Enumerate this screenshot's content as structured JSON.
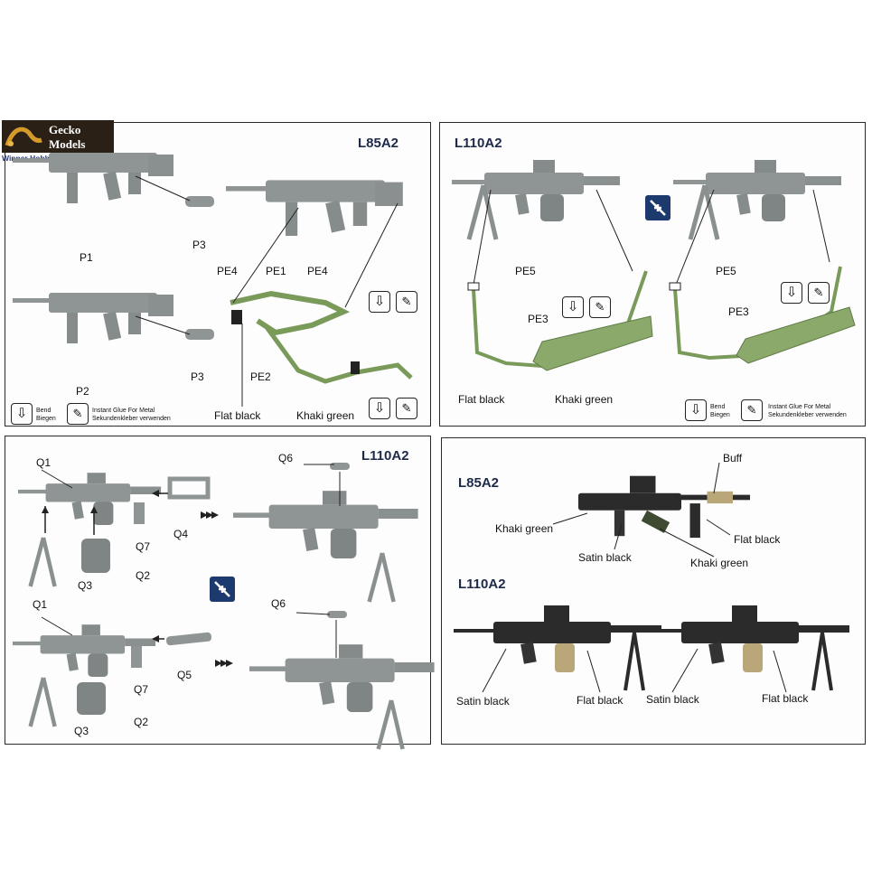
{
  "logo": {
    "line1": "Gecko",
    "line2": "Models",
    "subtitle": "Winner Hobby Chiangmai"
  },
  "panel_tl": {
    "title": "L85A2",
    "labels": {
      "p1": "P1",
      "p2": "P2",
      "p3a": "P3",
      "p3b": "P3",
      "pe4a": "PE4",
      "pe1": "PE1",
      "pe4b": "PE4",
      "pe2": "PE2",
      "flat_black": "Flat black",
      "khaki_green": "Khaki green"
    },
    "legend": {
      "bend": "Bend",
      "biegen": "Biegen",
      "glue1": "Instant Glue For Metal",
      "glue2": "Sekundenkleber verwenden"
    }
  },
  "panel_tr": {
    "title": "L110A2",
    "labels": {
      "pe5a": "PE5",
      "pe3a": "PE3",
      "pe5b": "PE5",
      "pe3b": "PE3",
      "flat_black": "Flat black",
      "khaki_green": "Khaki green"
    },
    "legend": {
      "bend": "Bend",
      "biegen": "Biegen",
      "glue1": "Instant Glue For Metal",
      "glue2": "Sekundenkleber verwenden"
    }
  },
  "panel_bl": {
    "title": "L110A2",
    "labels": {
      "q1a": "Q1",
      "q6a": "Q6",
      "q4": "Q4",
      "q7a": "Q7",
      "q2a": "Q2",
      "q3a": "Q3",
      "q1b": "Q1",
      "q6b": "Q6",
      "q5": "Q5",
      "q7b": "Q7",
      "q2b": "Q2",
      "q3b": "Q3"
    }
  },
  "panel_br": {
    "title1": "L85A2",
    "title2": "L110A2",
    "labels": {
      "buff": "Buff",
      "khaki_green_a": "Khaki green",
      "satin_black_a": "Satin black",
      "flat_black_a": "Flat black",
      "khaki_green_b": "Khaki green",
      "satin_black_b": "Satin black",
      "flat_black_b": "Flat black",
      "satin_black_c": "Satin black",
      "flat_black_c": "Flat black"
    }
  },
  "colors": {
    "panel_border": "#2a2a2a",
    "gun_grey": "#8f9595",
    "sling_green": "#7a9a5a",
    "title_navy": "#1d2a4a",
    "paint_black": "#2b2b2b",
    "paint_buff": "#b9a77a"
  },
  "icons": [
    "bend-icon",
    "glue-icon",
    "swap-icon",
    "arrow-icon"
  ]
}
